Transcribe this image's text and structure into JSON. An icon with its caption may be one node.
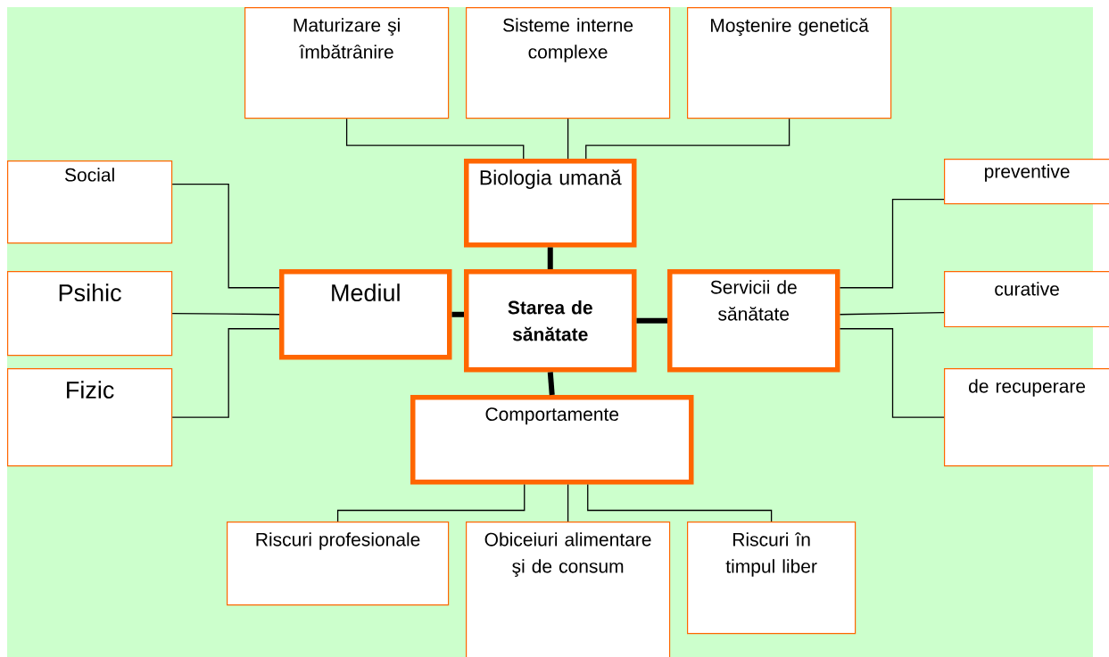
{
  "diagram": {
    "nodes": [
      {
        "text": [
          "Starea de sănătate"
        ]
      },
      {
        "text": [
          "Biologia umană"
        ]
      },
      {
        "text": [
          "Mediul"
        ]
      },
      {
        "text": [
          "Servicii de sănătate"
        ]
      },
      {
        "text": [
          "Comportamente"
        ]
      },
      {
        "text": [
          "Maturizare şi îmbătrânire"
        ]
      },
      {
        "text": [
          "Sisteme interne complexe"
        ]
      },
      {
        "text": [
          "Moştenire genetică"
        ]
      },
      {
        "text": [
          "Social"
        ]
      },
      {
        "text": [
          "Psihic"
        ]
      },
      {
        "text": [
          "Fizic"
        ]
      },
      {
        "text": [
          "preventive"
        ]
      },
      {
        "text": [
          "curative"
        ]
      },
      {
        "text": [
          "de recuperare"
        ]
      },
      {
        "text": [
          "Riscuri profesionale"
        ]
      },
      {
        "text": [
          "Obiceiuri alimentare şi de consum"
        ]
      },
      {
        "text": [
          "Riscuri în timpul liber"
        ]
      }
    ],
    "edges": [
      {
        "from": 1,
        "to": 0,
        "arrow": "none",
        "style": "thick"
      },
      {
        "from": 2,
        "to": 0,
        "arrow": "none",
        "style": "thick"
      },
      {
        "from": 0,
        "to": 3,
        "arrow": "none",
        "style": "thick"
      },
      {
        "from": 0,
        "to": 4,
        "arrow": "none",
        "style": "thick"
      },
      {
        "from": 5,
        "to": 1,
        "arrow": "none"
      },
      {
        "from": 6,
        "to": 1,
        "arrow": "none"
      },
      {
        "from": 7,
        "to": 1,
        "arrow": "none"
      },
      {
        "from": 8,
        "to": 2,
        "arrow": "none"
      },
      {
        "from": 9,
        "to": 2,
        "arrow": "none"
      },
      {
        "from": 10,
        "to": 2,
        "arrow": "none"
      },
      {
        "from": 3,
        "to": 11,
        "arrow": "none"
      },
      {
        "from": 3,
        "to": 12,
        "arrow": "none"
      },
      {
        "from": 3,
        "to": 13,
        "arrow": "none"
      },
      {
        "from": 4,
        "to": 14,
        "arrow": "none"
      },
      {
        "from": 4,
        "to": 15,
        "arrow": "none"
      },
      {
        "from": 4,
        "to": 16,
        "arrow": "none"
      }
    ]
  }
}
